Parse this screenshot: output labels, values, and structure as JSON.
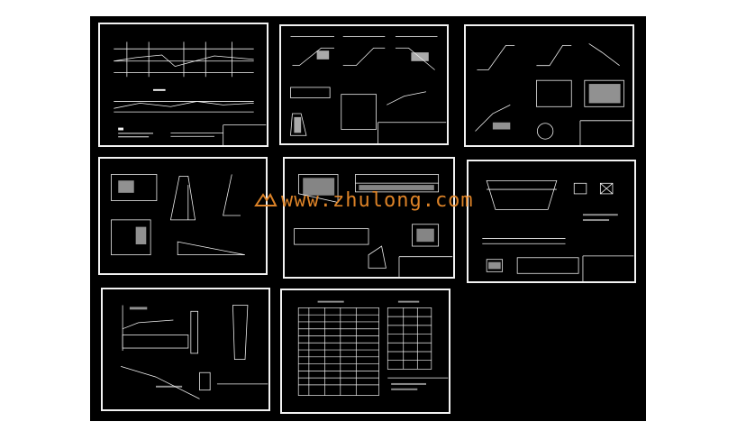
{
  "viewer": {
    "background": "#ffffff",
    "canvas_color": "#000000",
    "line_color": "#f2f2f2",
    "accent_color": "#e88a2a"
  },
  "sheets": [
    {
      "id": "sheet-1",
      "content": "road-profile-plan"
    },
    {
      "id": "sheet-2",
      "content": "slope-section-details"
    },
    {
      "id": "sheet-3",
      "content": "retaining-wall-details"
    },
    {
      "id": "sheet-4",
      "content": "wall-elevation-sections"
    },
    {
      "id": "sheet-5",
      "content": "hatched-profile-sections"
    },
    {
      "id": "sheet-6",
      "content": "culvert-details"
    },
    {
      "id": "sheet-7",
      "content": "stair-slope-elevation"
    },
    {
      "id": "sheet-8",
      "content": "material-tables"
    }
  ],
  "watermark": {
    "text": "www.zhulong.com",
    "icon": "zhulong-logo-icon"
  }
}
